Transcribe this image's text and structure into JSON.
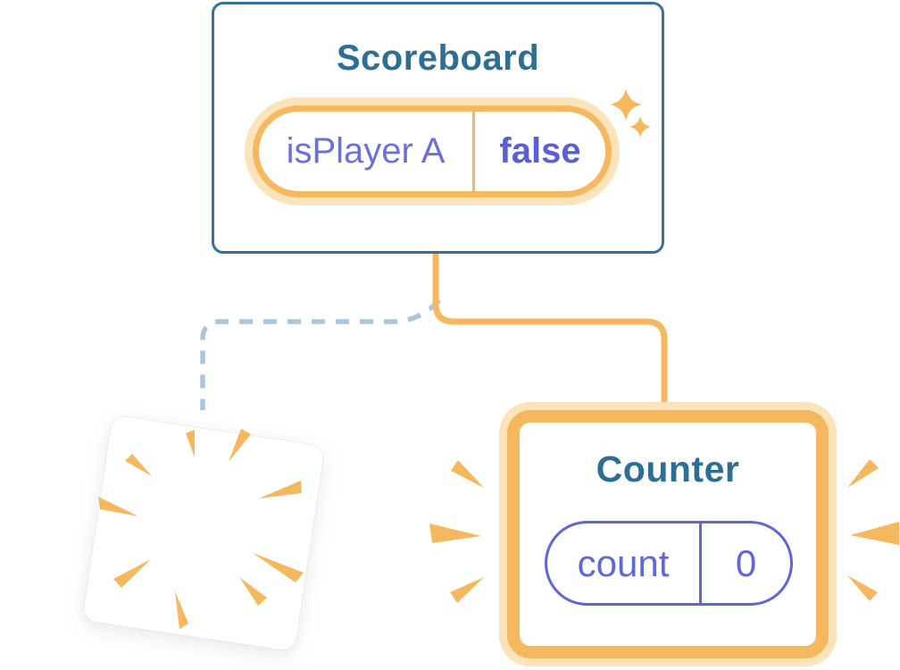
{
  "scoreboard": {
    "title": "Scoreboard",
    "state_key": "isPlayer A",
    "state_value": "false"
  },
  "counter": {
    "title": "Counter",
    "state_key": "count",
    "state_value": "0"
  },
  "icons": {
    "sparkles": "two four-point stars (new-state sparkle)",
    "poof": "radial wedge burst (component destroyed)",
    "emphasis": "side wedge burst lines (component appears)"
  },
  "colors": {
    "card_border_blue": "#35719B",
    "title_blue": "#2D6E94",
    "orange": "#F5B85E",
    "orange_light": "#FBE3BA",
    "state_key_purple": "#6B70DC",
    "state_value_purple": "#5A60D4",
    "counter_pill_purple": "#6065D8",
    "dashed_line_blue": "#A9C6DB",
    "background": "#FFFFFF"
  }
}
